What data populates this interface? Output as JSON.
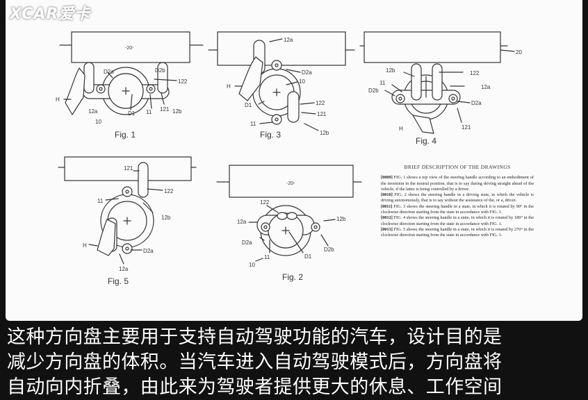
{
  "watermark": "XCAR爱卡",
  "figures": {
    "fig1": {
      "caption": "Fig. 1",
      "labels": {
        "box": "-20-",
        "d2a": "D2a",
        "d2b": "D2b",
        "ref122": "122",
        "h": "H",
        "ref12a": "12a",
        "d1": "D1",
        "ref11": "11",
        "ref121": "121",
        "ref12b": "12b",
        "ref10": "10"
      }
    },
    "fig3": {
      "caption": "Fig. 3",
      "labels": {
        "ref12a": "12a",
        "d2a": "D2a",
        "ref10": "10",
        "h": "H",
        "d1": "D1",
        "ref122": "122",
        "ref121": "121",
        "ref11": "11",
        "ref12b": "12b"
      }
    },
    "fig4": {
      "caption": "Fig. 4",
      "labels": {
        "ref20": "20",
        "ref12b": "12b",
        "ref122": "122",
        "ref11": "11",
        "ref12a": "12a",
        "d2b": "D2b",
        "d2a": "D2a",
        "h": "H",
        "ref121": "121"
      }
    },
    "fig5": {
      "caption": "Fig. 5",
      "labels": {
        "ref121": "121",
        "ref122": "122",
        "ref11": "11",
        "ref12b": "12b",
        "h": "H",
        "d2a": "D2a",
        "ref12a": "12a"
      }
    },
    "fig2": {
      "caption": "Fig. 2",
      "labels": {
        "box": "-20-",
        "ref122": "122",
        "ref12a": "12a",
        "ref12b": "12b",
        "d2a": "D2a",
        "d2b": "D2b",
        "ref11": "11",
        "d1": "D1",
        "ref10": "10"
      }
    }
  },
  "description": {
    "title": "BRIEF DESCRIPTION OF THE DRAWINGS",
    "paragraphs": [
      {
        "num": "[0009]",
        "text": "FIG. 1 shows a top view of the steering handle according to an embodiment of the invention in the neutral position, that is to say during driving straight ahead of the vehicle, if the latter is being controlled by a driver."
      },
      {
        "num": "[0010]",
        "text": "FIG. 2 shows the steering handle in a driving state, in which the vehicle is driving autonomously, that is to say without the assistance of the, or a, driver."
      },
      {
        "num": "[0011]",
        "text": "FIG. 3 shows the steering handle in a state, in which it is rotated by 90° in the clockwise direction starting from the state in accordance with FIG. 1."
      },
      {
        "num": "[0012]",
        "text": "FIG. 4 shows the steering handle in a state, in which it is rotated by 180° in the clockwise direction starting from the state in accordance with FIG. 1."
      },
      {
        "num": "[0013]",
        "text": "FIG. 5 shows the steering handle in a state, in which it is rotated by 270° in the clockwise direction starting from the state in accordance with FIG. 1."
      }
    ]
  },
  "caption_lines": [
    "这种方向盘主要用于支持自动驾驶功能的汽车，设计目的是",
    "减少方向盘的体积。当汽车进入自动驾驶模式后，方向盘将",
    "自动向内折叠，由此来为驾驶者提供更大的休息、工作空间"
  ]
}
